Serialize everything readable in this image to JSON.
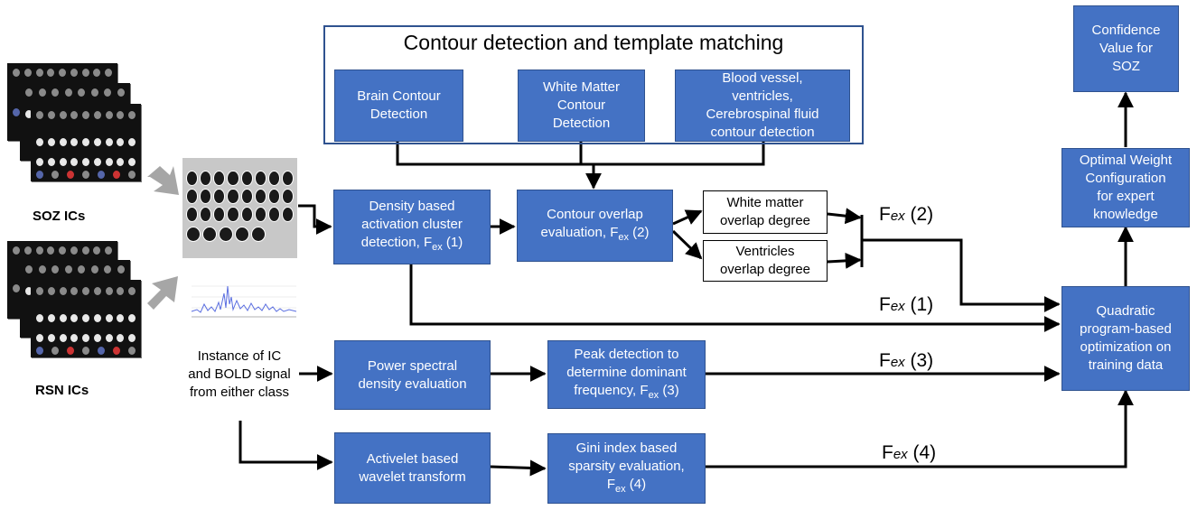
{
  "group": {
    "title": "Contour detection and template matching"
  },
  "left": {
    "soz_label": "SOZ ICs",
    "rsn_label": "RSN ICs",
    "instance_text": "Instance of IC\nand BOLD signal\nfrom either class"
  },
  "boxes": {
    "brain_contour": "Brain Contour\nDetection",
    "white_matter_contour": "White Matter\nContour\nDetection",
    "blood_vessel": "Blood vessel,\nventricles,\nCerebrospinal fluid\ncontour detection",
    "density": {
      "line1": "Density based",
      "line2": "activation cluster",
      "line3": "detection, F",
      "sub": "ex",
      "tail": " (1)"
    },
    "contour_overlap": {
      "line1": "Contour overlap",
      "line2": "evaluation, F",
      "sub": "ex",
      "tail": " (2)"
    },
    "white_matter_overlap": "White matter\noverlap degree",
    "ventricles_overlap": "Ventricles\noverlap degree",
    "power_spectral": "Power spectral\ndensity evaluation",
    "peak_detection": {
      "line1": "Peak detection to",
      "line2": "determine dominant",
      "line3": "frequency, F",
      "sub": "ex",
      "tail": " (3)"
    },
    "activelet": "Activelet based\nwavelet transform",
    "gini": {
      "line1": "Gini index based",
      "line2": "sparsity evaluation,",
      "line3": "F",
      "sub": "ex",
      "tail": " (4)"
    },
    "quadratic": "Quadratic\nprogram-based\noptimization on\ntraining data",
    "optimal_weight": "Optimal Weight\nConfiguration\nfor expert\nknowledge",
    "confidence": "Confidence\nValue for\nSOZ"
  },
  "features": {
    "f2": {
      "main": "F",
      "sub": "ex",
      "num": " (2)"
    },
    "f1": {
      "main": "F",
      "sub": "ex",
      "num": " (1)"
    },
    "f3": {
      "main": "F",
      "sub": "ex",
      "num": " (3)"
    },
    "f4": {
      "main": "F",
      "sub": "ex",
      "num": " (4)"
    }
  },
  "colors": {
    "box_fill": "#4472c4",
    "box_border": "#2f528f",
    "arrow": "#000000",
    "panel_arrow": "#a6a6a6"
  }
}
